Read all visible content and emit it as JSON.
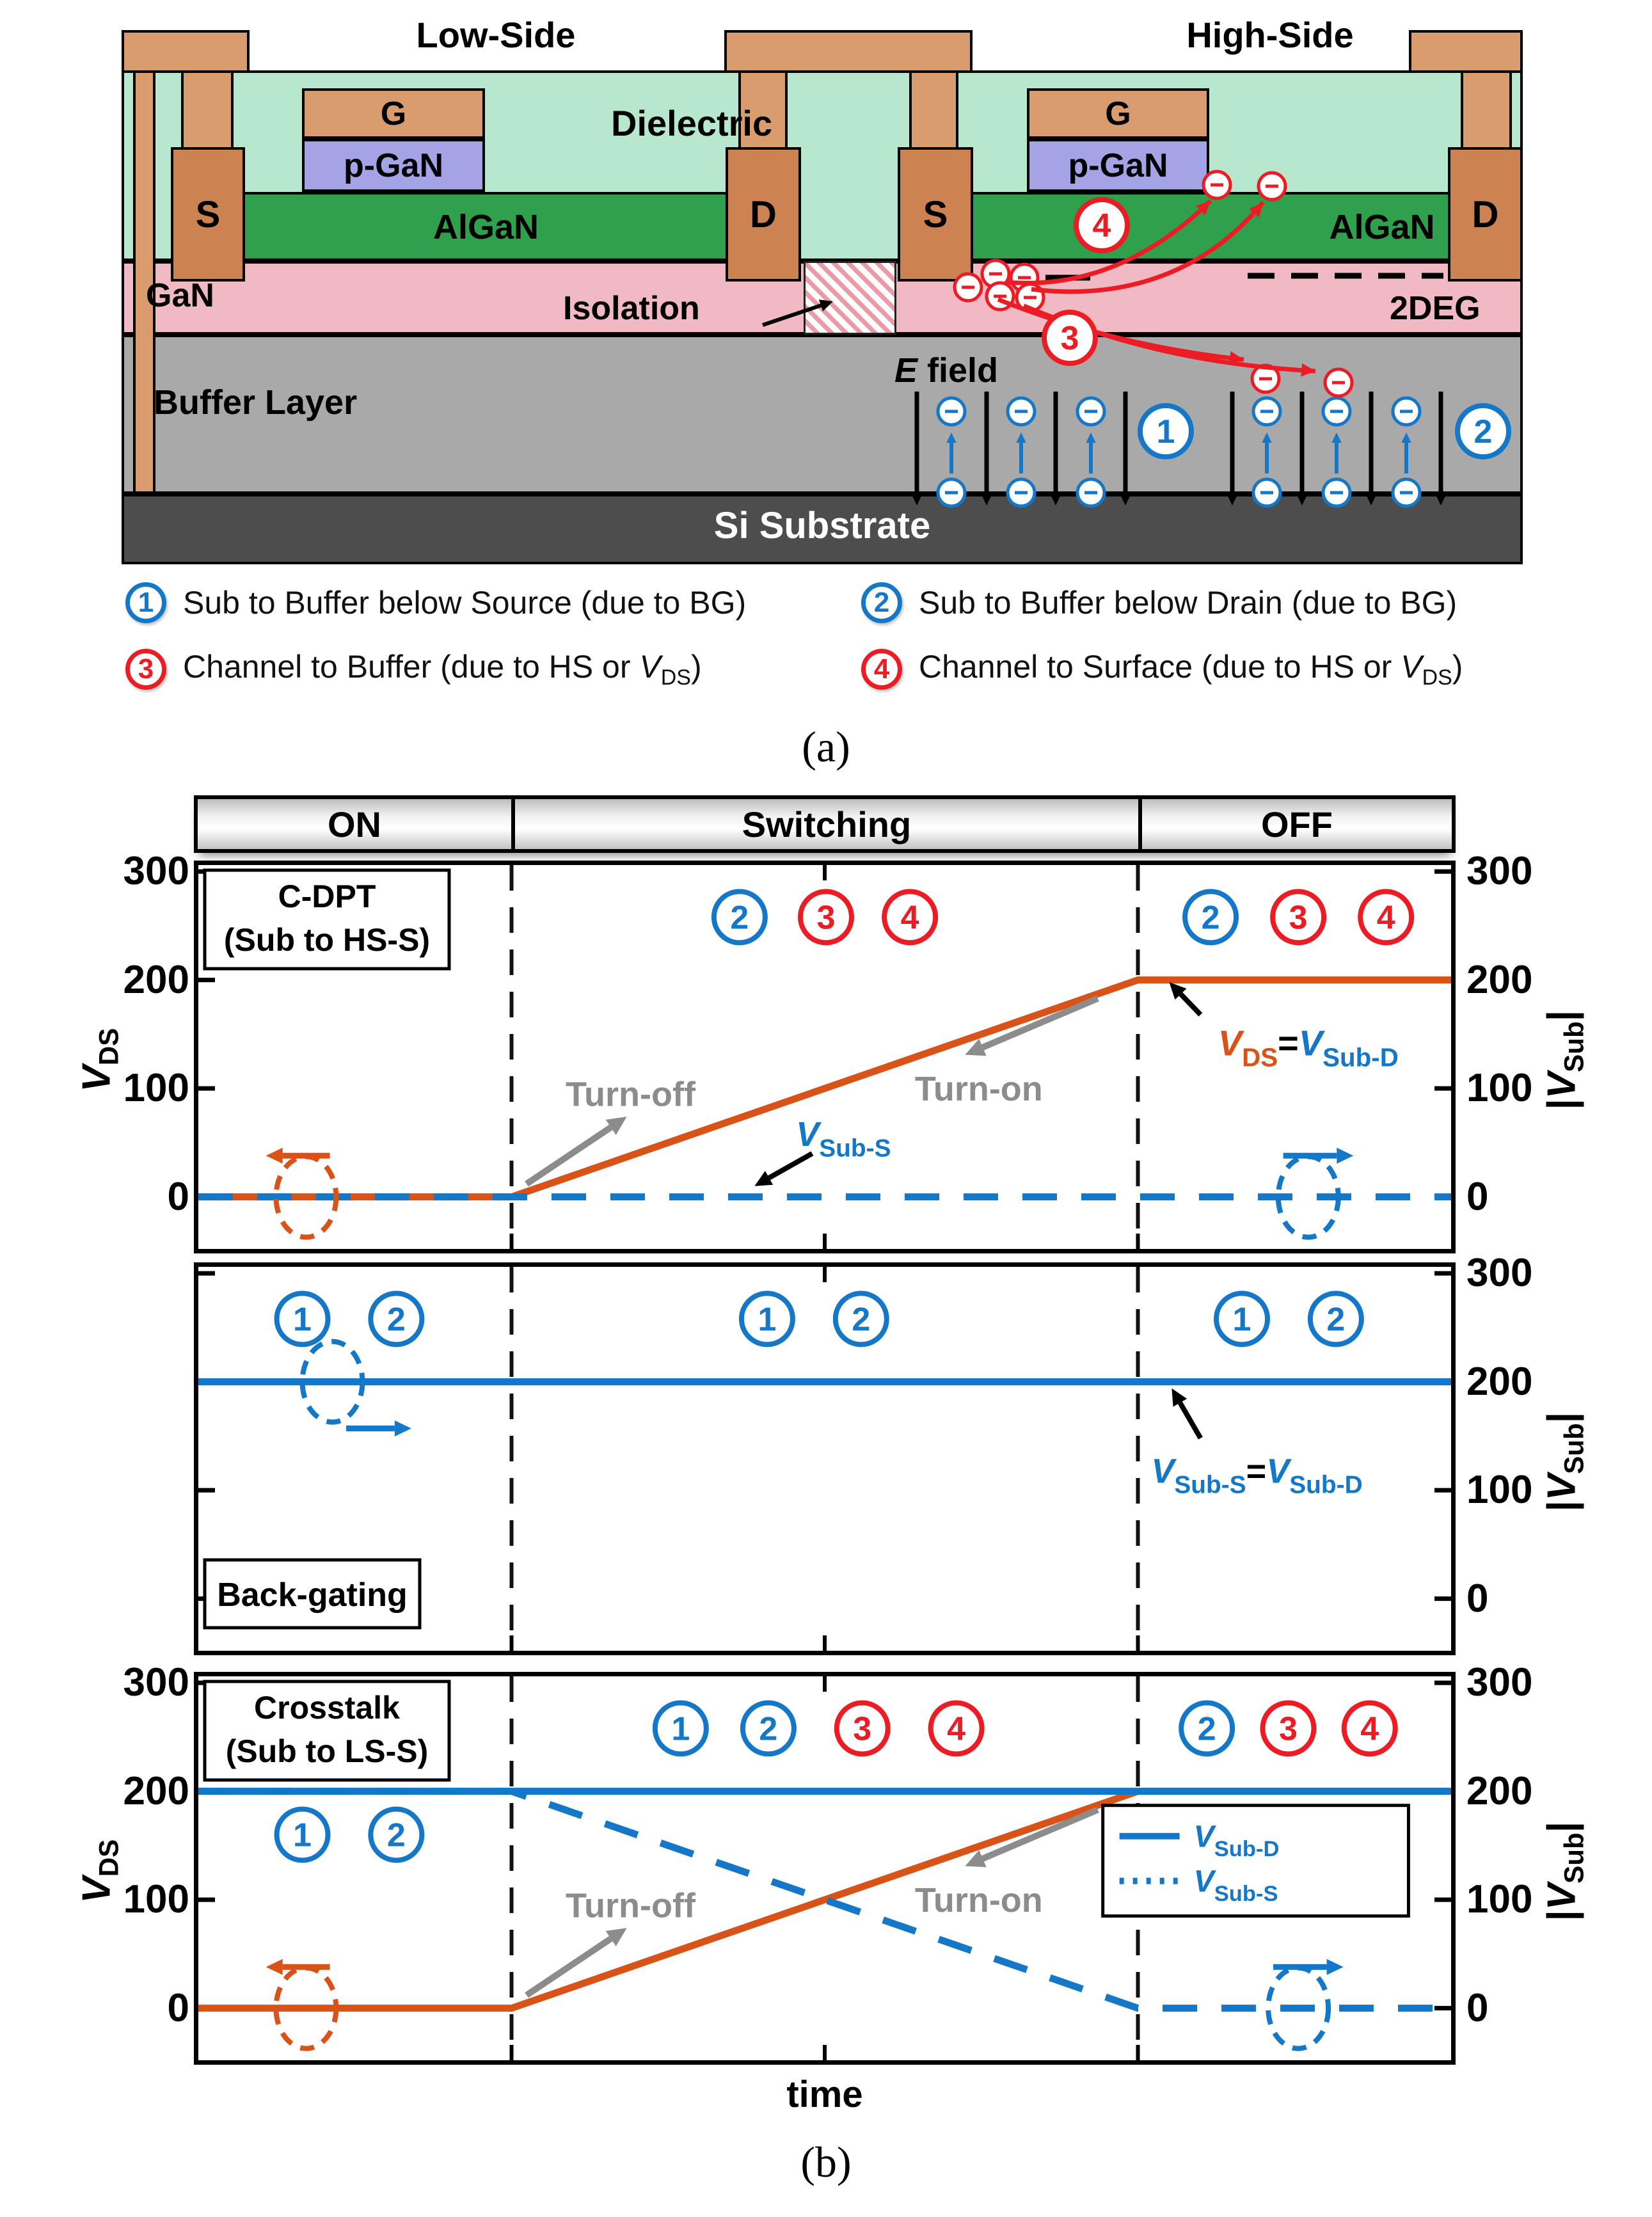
{
  "device": {
    "low_side": "Low-Side",
    "high_side": "High-Side",
    "dielectric": "Dielectric",
    "p_gan": "p-GaN",
    "algan": "AlGaN",
    "gan": "GaN",
    "buffer": "Buffer Layer",
    "substrate": "Si Substrate",
    "isolation": "Isolation",
    "twodeg": "2DEG",
    "efield_italic": "E",
    "efield_rest": " field",
    "gate": "G",
    "source": "S",
    "drain": "D",
    "colors": {
      "dielectric": "#b7e7cd",
      "p_gan": "#a3a3e6",
      "algan": "#2fa04c",
      "gan": "#f1b9c3",
      "buffer": "#a9a9a9",
      "substrate": "#4d4d4d",
      "metal": "#d99c6f",
      "metal_dark": "#cd8252",
      "blue": "#1577c8",
      "red": "#ec1c24",
      "orange": "#d95319",
      "gray": "#8c8c8c"
    },
    "markers": [
      {
        "num": "1",
        "color": "blue"
      },
      {
        "num": "2",
        "color": "blue"
      },
      {
        "num": "3",
        "color": "red"
      },
      {
        "num": "4",
        "color": "red"
      }
    ]
  },
  "legend_items": [
    {
      "num": "1",
      "color": "blue",
      "prefix": "Sub to Buffer below Source (due to BG)"
    },
    {
      "num": "2",
      "color": "blue",
      "prefix": "Sub to Buffer below Drain (due to BG)"
    },
    {
      "num": "3",
      "color": "red",
      "prefix": "Channel to Buffer (due to HS or ",
      "v": "V",
      "v_sub": "DS",
      "suffix": ")"
    },
    {
      "num": "4",
      "color": "red",
      "prefix": "Channel to Surface (due to HS or ",
      "v": "V",
      "v_sub": "DS",
      "suffix": ")"
    }
  ],
  "caption_a": "(a)",
  "caption_b": "(b)",
  "phase_bar": [
    "ON",
    "Switching",
    "OFF"
  ],
  "axes": {
    "y_ticks": [
      300,
      200,
      100,
      0
    ],
    "ylim": [
      -48,
      306
    ],
    "x_phases": [
      0,
      0.25,
      0.75,
      1
    ],
    "x_label": "time",
    "left_title_v": "V",
    "left_title_sub": "DS",
    "right_title_pre": "|",
    "right_title_v": "V",
    "right_title_sub": "Sub",
    "right_title_post": "|"
  },
  "chart_data": [
    {
      "type": "line",
      "title_lines": [
        "C-DPT",
        "(Sub to HS-S)"
      ],
      "title_pos": "top",
      "left_tick_labels": true,
      "right_tick_labels": true,
      "left_axis_title": true,
      "right_axis_title": true,
      "series": [
        {
          "id": "vds",
          "label": "V_DS",
          "color": "#d95319",
          "dash": "solid",
          "axis": "left",
          "points": [
            [
              0,
              0
            ],
            [
              0.25,
              0
            ],
            [
              0.75,
              200
            ],
            [
              1,
              200
            ]
          ]
        },
        {
          "id": "vsub_s",
          "label": "V_Sub-S",
          "color": "#1577c8",
          "dash": "dashed",
          "axis": "right",
          "points": [
            [
              0,
              0
            ],
            [
              1,
              0
            ]
          ]
        }
      ],
      "circles": [
        {
          "n": "2",
          "c": "blue",
          "x": 0.432,
          "v": 258
        },
        {
          "n": "3",
          "c": "red",
          "x": 0.501,
          "v": 258
        },
        {
          "n": "4",
          "c": "red",
          "x": 0.568,
          "v": 258
        },
        {
          "n": "2",
          "c": "blue",
          "x": 0.808,
          "v": 258
        },
        {
          "n": "3",
          "c": "red",
          "x": 0.878,
          "v": 258
        },
        {
          "n": "4",
          "c": "red",
          "x": 0.948,
          "v": 258
        }
      ],
      "gray_labels": [
        {
          "text": "Turn-off",
          "x": 0.345,
          "v": 95
        },
        {
          "text": "Turn-on",
          "x": 0.623,
          "v": 100
        }
      ],
      "gray_arrows": [
        {
          "x1": 0.262,
          "v1": 12,
          "x2": 0.342,
          "v2": 74
        },
        {
          "x1": 0.718,
          "v1": 183,
          "x2": 0.612,
          "v2": 131
        }
      ],
      "vlabels": [
        {
          "x": 0.515,
          "v": 58,
          "size": 54,
          "parts": [
            {
              "t": "V",
              "i": 1,
              "c": "#1577c8"
            },
            {
              "t": "Sub-S",
              "s": 1,
              "c": "#1577c8"
            }
          ]
        },
        {
          "x": 0.886,
          "v": 142,
          "size": 56,
          "parts": [
            {
              "t": "V",
              "i": 1,
              "c": "#d95319"
            },
            {
              "t": "DS",
              "s": 1,
              "c": "#d95319"
            },
            {
              "t": "=",
              "c": "#000"
            },
            {
              "t": "V",
              "i": 1,
              "c": "#1577c8"
            },
            {
              "t": "Sub-D",
              "s": 1,
              "c": "#1577c8"
            }
          ]
        }
      ],
      "black_arrows": [
        {
          "x1": 0.49,
          "v1": 40,
          "x2": 0.444,
          "v2": 10
        },
        {
          "x1": 0.8,
          "v1": 168,
          "x2": 0.775,
          "v2": 198
        }
      ],
      "axis_ellipses": [
        {
          "x": 0.086,
          "v": 0,
          "color": "#d95319",
          "ax1": 0.105,
          "ax2": 0.054,
          "av": 38
        },
        {
          "x": 0.886,
          "v": 0,
          "color": "#1577c8",
          "ax1": 0.866,
          "ax2": 0.922,
          "av": 38
        }
      ]
    },
    {
      "type": "line",
      "title_lines": [
        "Back-gating"
      ],
      "title_pos": "bottom",
      "left_tick_labels": false,
      "right_tick_labels": true,
      "left_axis_title": false,
      "right_axis_title": true,
      "series": [
        {
          "id": "vsub",
          "label": "V_Sub",
          "color": "#1577c8",
          "dash": "solid",
          "axis": "right",
          "points": [
            [
              0,
              200
            ],
            [
              1,
              200
            ]
          ]
        }
      ],
      "circles": [
        {
          "n": "1",
          "c": "blue",
          "x": 0.083,
          "v": 258
        },
        {
          "n": "2",
          "c": "blue",
          "x": 0.158,
          "v": 258
        },
        {
          "n": "1",
          "c": "blue",
          "x": 0.454,
          "v": 258
        },
        {
          "n": "2",
          "c": "blue",
          "x": 0.529,
          "v": 258
        },
        {
          "n": "1",
          "c": "blue",
          "x": 0.833,
          "v": 258
        },
        {
          "n": "2",
          "c": "blue",
          "x": 0.908,
          "v": 258
        }
      ],
      "gray_labels": [],
      "gray_arrows": [],
      "vlabels": [
        {
          "x": 0.845,
          "v": 118,
          "size": 54,
          "parts": [
            {
              "t": "V",
              "i": 1,
              "c": "#1577c8"
            },
            {
              "t": "Sub-S",
              "s": 1,
              "c": "#1577c8"
            },
            {
              "t": "=",
              "c": "#000"
            },
            {
              "t": "V",
              "i": 1,
              "c": "#1577c8"
            },
            {
              "t": "Sub-D",
              "s": 1,
              "c": "#1577c8"
            }
          ]
        }
      ],
      "black_arrows": [
        {
          "x1": 0.8,
          "v1": 148,
          "x2": 0.777,
          "v2": 194
        }
      ],
      "axis_ellipses": [
        {
          "x": 0.107,
          "v": 200,
          "color": "#1577c8",
          "ax1": 0.118,
          "ax2": 0.17,
          "av": 157
        }
      ]
    },
    {
      "type": "line",
      "title_lines": [
        "Crosstalk",
        "(Sub to LS-S)"
      ],
      "title_pos": "top",
      "left_tick_labels": true,
      "right_tick_labels": true,
      "left_axis_title": true,
      "right_axis_title": true,
      "x_axis_label": true,
      "series": [
        {
          "id": "vds",
          "label": "V_DS",
          "color": "#d95319",
          "dash": "solid",
          "axis": "left",
          "points": [
            [
              0,
              0
            ],
            [
              0.25,
              0
            ],
            [
              0.75,
              200
            ],
            [
              1,
              200
            ]
          ]
        },
        {
          "id": "vsub_d",
          "label": "V_Sub-D",
          "color": "#1577c8",
          "dash": "solid",
          "axis": "right",
          "points": [
            [
              0,
              200
            ],
            [
              1,
              200
            ]
          ]
        },
        {
          "id": "vsub_s",
          "label": "V_Sub-S",
          "color": "#1577c8",
          "dash": "dashed",
          "axis": "right",
          "points": [
            [
              0,
              200
            ],
            [
              0.25,
              200
            ],
            [
              0.75,
              0
            ],
            [
              1,
              0
            ]
          ]
        }
      ],
      "circles": [
        {
          "n": "1",
          "c": "blue",
          "x": 0.083,
          "v": 160
        },
        {
          "n": "2",
          "c": "blue",
          "x": 0.158,
          "v": 160
        },
        {
          "n": "1",
          "c": "blue",
          "x": 0.385,
          "v": 258
        },
        {
          "n": "2",
          "c": "blue",
          "x": 0.455,
          "v": 258
        },
        {
          "n": "3",
          "c": "red",
          "x": 0.53,
          "v": 258
        },
        {
          "n": "4",
          "c": "red",
          "x": 0.605,
          "v": 258
        },
        {
          "n": "2",
          "c": "blue",
          "x": 0.805,
          "v": 258
        },
        {
          "n": "3",
          "c": "red",
          "x": 0.87,
          "v": 258
        },
        {
          "n": "4",
          "c": "red",
          "x": 0.935,
          "v": 258
        }
      ],
      "gray_labels": [
        {
          "text": "Turn-off",
          "x": 0.345,
          "v": 95
        },
        {
          "text": "Turn-on",
          "x": 0.623,
          "v": 100
        }
      ],
      "gray_arrows": [
        {
          "x1": 0.262,
          "v1": 12,
          "x2": 0.342,
          "v2": 74
        },
        {
          "x1": 0.718,
          "v1": 183,
          "x2": 0.612,
          "v2": 131
        }
      ],
      "vlabels": [],
      "black_arrows": [],
      "legend_box": {
        "x1": 0.722,
        "v1": 187,
        "x2": 0.966,
        "v2": 85,
        "entries": [
          {
            "dash": "solid",
            "parts": [
              {
                "t": "V",
                "i": 1,
                "c": "#1577c8"
              },
              {
                "t": "Sub-D",
                "s": 1,
                "c": "#1577c8"
              }
            ]
          },
          {
            "dash": "dotted",
            "parts": [
              {
                "t": "V",
                "i": 1,
                "c": "#1577c8"
              },
              {
                "t": "Sub-S",
                "s": 1,
                "c": "#1577c8"
              }
            ]
          }
        ]
      },
      "axis_ellipses": [
        {
          "x": 0.086,
          "v": 0,
          "color": "#d95319",
          "ax1": 0.105,
          "ax2": 0.054,
          "av": 38
        },
        {
          "x": 0.878,
          "v": 0,
          "color": "#1577c8",
          "ax1": 0.858,
          "ax2": 0.914,
          "av": 38
        }
      ]
    }
  ]
}
